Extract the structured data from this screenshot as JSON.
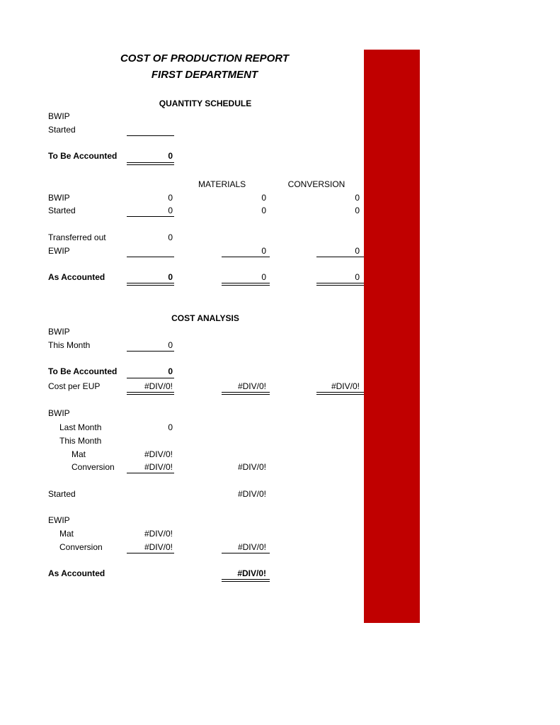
{
  "report": {
    "title": "COST OF PRODUCTION REPORT",
    "subtitle": "FIRST DEPARTMENT",
    "accent_color": "#c00000"
  },
  "quantity_schedule": {
    "heading": "QUANTITY SCHEDULE",
    "bwip_label": "BWIP",
    "started_label": "Started",
    "to_be_accounted_label": "To Be Accounted",
    "to_be_accounted_value": "0"
  },
  "eup": {
    "materials_header": "MATERIALS",
    "conversion_header": "CONVERSION",
    "rows": [
      {
        "label": "BWIP",
        "units": "0",
        "materials": "0",
        "conversion": "0"
      },
      {
        "label": "Started",
        "units": "0",
        "materials": "0",
        "conversion": "0"
      },
      {
        "label": "Transferred out",
        "units": "0",
        "materials": "",
        "conversion": ""
      },
      {
        "label": "EWIP",
        "units": "",
        "materials": "0",
        "conversion": "0"
      },
      {
        "label": "As Accounted",
        "units": "0",
        "materials": "0",
        "conversion": "0"
      }
    ]
  },
  "cost_analysis": {
    "heading": "COST ANALYSIS",
    "bwip_label": "BWIP",
    "this_month_label": "This Month",
    "this_month_value": "0",
    "to_be_accounted_label": "To Be Accounted",
    "to_be_accounted_value": "0",
    "cost_per_eup_label": "Cost per EUP",
    "cost_per_eup_total": "#DIV/0!",
    "cost_per_eup_materials": "#DIV/0!",
    "cost_per_eup_conversion": "#DIV/0!",
    "bwip_section_label": "BWIP",
    "last_month_label": "Last Month",
    "last_month_value": "0",
    "bwip_this_month_label": "This Month",
    "mat_label": "Mat",
    "mat_value": "#DIV/0!",
    "conversion_label": "Conversion",
    "conversion_value": "#DIV/0!",
    "bwip_total": "#DIV/0!",
    "started_label": "Started",
    "started_total": "#DIV/0!",
    "ewip_label": "EWIP",
    "ewip_mat_label": "Mat",
    "ewip_mat_value": "#DIV/0!",
    "ewip_conversion_label": "Conversion",
    "ewip_conversion_value": "#DIV/0!",
    "ewip_total": "#DIV/0!",
    "as_accounted_label": "As Accounted",
    "as_accounted_total": "#DIV/0!"
  }
}
